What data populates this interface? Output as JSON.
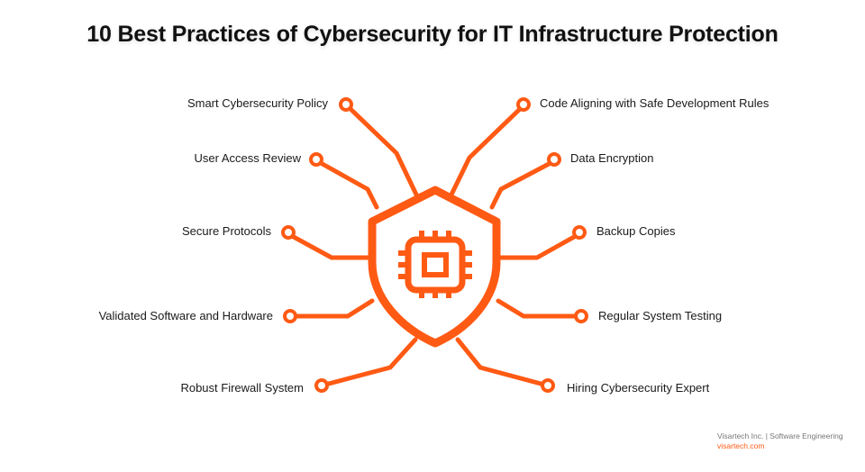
{
  "title": "10 Best Practices of Cybersecurity for IT Infrastructure Protection",
  "colors": {
    "accent": "#ff5a14",
    "text": "#1a1a1a",
    "footer_gray": "#777777"
  },
  "center_icon": "shield-with-chip-icon",
  "practices_left": [
    {
      "label": "Smart Cybersecurity Policy"
    },
    {
      "label": "User Access Review"
    },
    {
      "label": "Secure Protocols"
    },
    {
      "label": "Validated Software and Hardware"
    },
    {
      "label": "Robust Firewall System"
    }
  ],
  "practices_right": [
    {
      "label": "Code Aligning with Safe Development Rules"
    },
    {
      "label": "Data Encryption"
    },
    {
      "label": "Backup Copies"
    },
    {
      "label": "Regular System Testing"
    },
    {
      "label": "Hiring Cybersecurity Expert"
    }
  ],
  "footer": {
    "company": "Visartech Inc. | Software Engineering",
    "site": "visartech.com"
  }
}
